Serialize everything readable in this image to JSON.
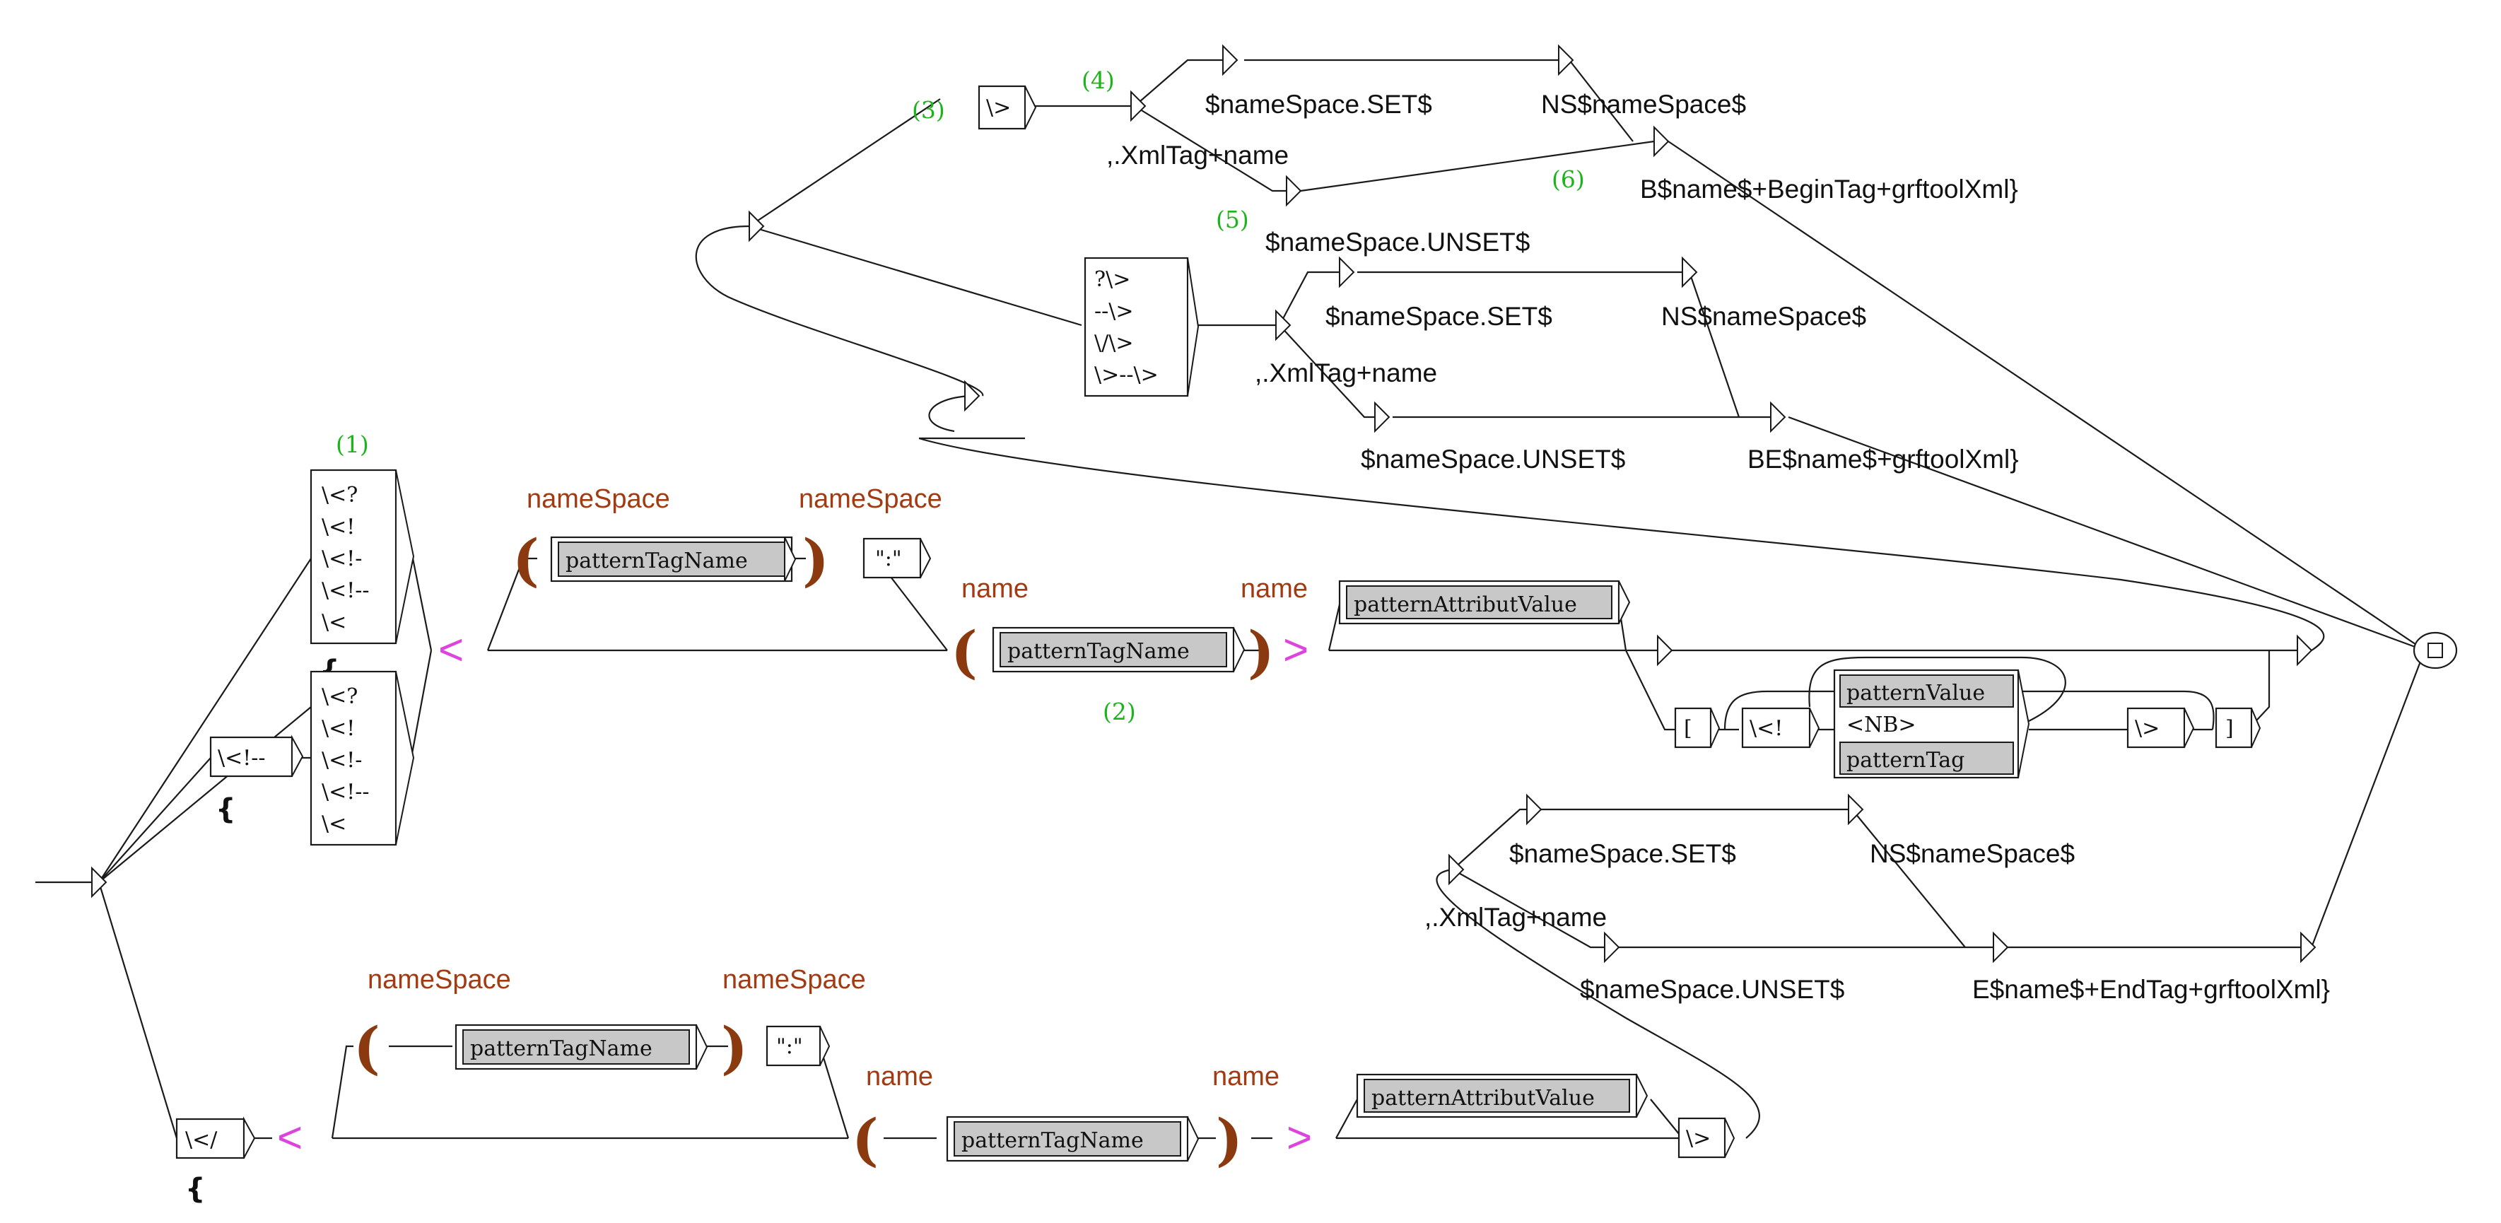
{
  "labels": {
    "n1": "(1)",
    "n2": "(2)",
    "n3": "(3)",
    "n4": "(4)",
    "n5": "(5)",
    "n6": "(6)",
    "nameSpace": "nameSpace",
    "name": "name",
    "patternTagName": "patternTagName",
    "patternAttributValue": "patternAttributValue",
    "patternValue": "patternValue",
    "nb": "<NB>",
    "patternTag": "patternTag",
    "colon": "\":\"",
    "gt": "\\>",
    "lt_slash": "\\</",
    "comment_open": "\\<!--",
    "bracket_open": "[",
    "bracket_close": "]",
    "cdata": "\\<!",
    "close_gt": "\\>",
    "brace": "{",
    "open_paren": "(",
    "close_paren": ")",
    "lt_sym": "<",
    "gt_sym": ">"
  },
  "box1": [
    "\\<?",
    "\\<!",
    "\\<!-",
    "\\<!--",
    "\\<"
  ],
  "box2": [
    "\\<?",
    "\\<!",
    "\\<!-",
    "\\<!--",
    "\\<"
  ],
  "closeBox": [
    "?\\>",
    "--\\>",
    "\\/\\>",
    "\\>--\\>"
  ],
  "outputs": {
    "ns_set": "$nameSpace.SET$",
    "ns_unset": "$nameSpace.UNSET$",
    "ns_name": "NS$nameSpace$",
    "xmltag": ",.XmlTag+name",
    "begin": "B$name$+BeginTag+grftoolXml}",
    "be": "BE$name$+grftoolXml}",
    "end": "E$name$+EndTag+grftoolXml}"
  }
}
